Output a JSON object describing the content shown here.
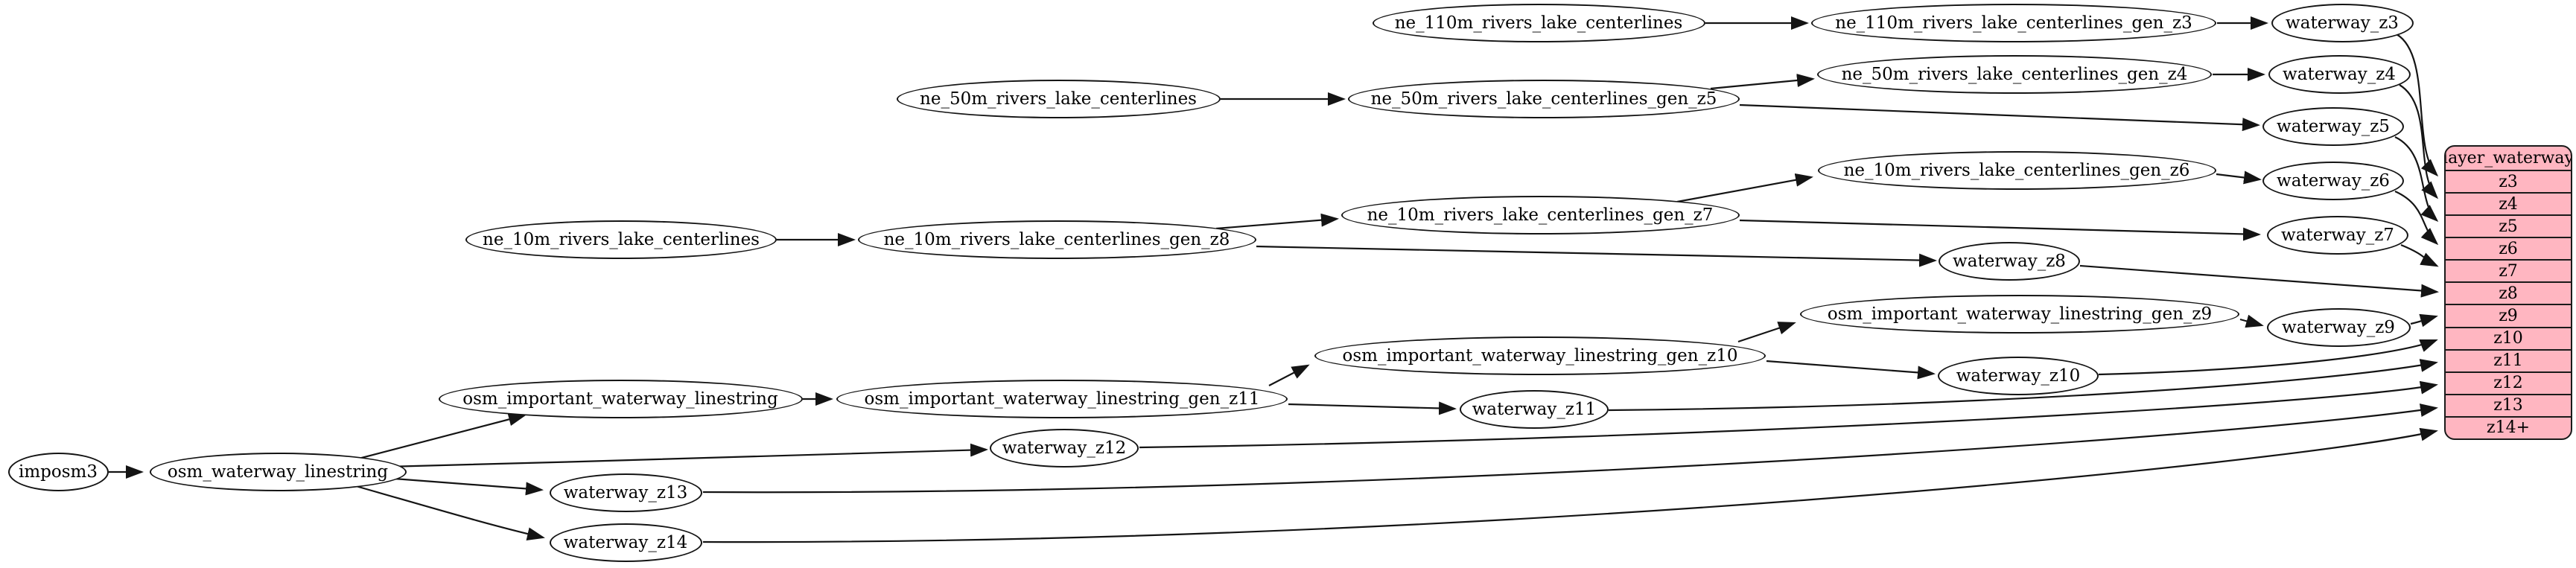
{
  "diagram": {
    "background": "#ffffff",
    "node_fill": "#ffffff",
    "node_stroke": "#141414",
    "nodes": [
      {
        "id": "imposm3",
        "label": "imposm3"
      },
      {
        "id": "osm_waterway_linestring",
        "label": "osm_waterway_linestring"
      },
      {
        "id": "osm_important_waterway_linestring",
        "label": "osm_important_waterway_linestring"
      },
      {
        "id": "osm_important_waterway_linestring_gen_z11",
        "label": "osm_important_waterway_linestring_gen_z11"
      },
      {
        "id": "osm_important_waterway_linestring_gen_z10",
        "label": "osm_important_waterway_linestring_gen_z10"
      },
      {
        "id": "osm_important_waterway_linestring_gen_z9",
        "label": "osm_important_waterway_linestring_gen_z9"
      },
      {
        "id": "ne_110m_rivers_lake_centerlines",
        "label": "ne_110m_rivers_lake_centerlines"
      },
      {
        "id": "ne_110m_rivers_lake_centerlines_gen_z3",
        "label": "ne_110m_rivers_lake_centerlines_gen_z3"
      },
      {
        "id": "ne_50m_rivers_lake_centerlines",
        "label": "ne_50m_rivers_lake_centerlines"
      },
      {
        "id": "ne_50m_rivers_lake_centerlines_gen_z5",
        "label": "ne_50m_rivers_lake_centerlines_gen_z5"
      },
      {
        "id": "ne_50m_rivers_lake_centerlines_gen_z4",
        "label": "ne_50m_rivers_lake_centerlines_gen_z4"
      },
      {
        "id": "ne_10m_rivers_lake_centerlines",
        "label": "ne_10m_rivers_lake_centerlines"
      },
      {
        "id": "ne_10m_rivers_lake_centerlines_gen_z8",
        "label": "ne_10m_rivers_lake_centerlines_gen_z8"
      },
      {
        "id": "ne_10m_rivers_lake_centerlines_gen_z7",
        "label": "ne_10m_rivers_lake_centerlines_gen_z7"
      },
      {
        "id": "ne_10m_rivers_lake_centerlines_gen_z6",
        "label": "ne_10m_rivers_lake_centerlines_gen_z6"
      },
      {
        "id": "waterway_z3",
        "label": "waterway_z3"
      },
      {
        "id": "waterway_z4",
        "label": "waterway_z4"
      },
      {
        "id": "waterway_z5",
        "label": "waterway_z5"
      },
      {
        "id": "waterway_z6",
        "label": "waterway_z6"
      },
      {
        "id": "waterway_z7",
        "label": "waterway_z7"
      },
      {
        "id": "waterway_z8",
        "label": "waterway_z8"
      },
      {
        "id": "waterway_z9",
        "label": "waterway_z9"
      },
      {
        "id": "waterway_z10",
        "label": "waterway_z10"
      },
      {
        "id": "waterway_z11",
        "label": "waterway_z11"
      },
      {
        "id": "waterway_z12",
        "label": "waterway_z12"
      },
      {
        "id": "waterway_z13",
        "label": "waterway_z13"
      },
      {
        "id": "waterway_z14",
        "label": "waterway_z14"
      }
    ],
    "table": {
      "id": "layer_waterway",
      "title": "layer_waterway",
      "rows": [
        "z3",
        "z4",
        "z5",
        "z6",
        "z7",
        "z8",
        "z9",
        "z10",
        "z11",
        "z12",
        "z13",
        "z14+"
      ],
      "fill": "#ffb6c1",
      "border": "#1a1a1a"
    },
    "edges": [
      {
        "from": "imposm3",
        "to": "osm_waterway_linestring"
      },
      {
        "from": "osm_waterway_linestring",
        "to": "osm_important_waterway_linestring"
      },
      {
        "from": "osm_waterway_linestring",
        "to": "waterway_z12"
      },
      {
        "from": "osm_waterway_linestring",
        "to": "waterway_z13"
      },
      {
        "from": "osm_waterway_linestring",
        "to": "waterway_z14"
      },
      {
        "from": "osm_important_waterway_linestring",
        "to": "osm_important_waterway_linestring_gen_z11"
      },
      {
        "from": "osm_important_waterway_linestring_gen_z11",
        "to": "osm_important_waterway_linestring_gen_z10"
      },
      {
        "from": "osm_important_waterway_linestring_gen_z11",
        "to": "waterway_z11"
      },
      {
        "from": "osm_important_waterway_linestring_gen_z10",
        "to": "osm_important_waterway_linestring_gen_z9"
      },
      {
        "from": "osm_important_waterway_linestring_gen_z10",
        "to": "waterway_z10"
      },
      {
        "from": "osm_important_waterway_linestring_gen_z9",
        "to": "waterway_z9"
      },
      {
        "from": "ne_110m_rivers_lake_centerlines",
        "to": "ne_110m_rivers_lake_centerlines_gen_z3"
      },
      {
        "from": "ne_110m_rivers_lake_centerlines_gen_z3",
        "to": "waterway_z3"
      },
      {
        "from": "ne_50m_rivers_lake_centerlines",
        "to": "ne_50m_rivers_lake_centerlines_gen_z5"
      },
      {
        "from": "ne_50m_rivers_lake_centerlines_gen_z5",
        "to": "ne_50m_rivers_lake_centerlines_gen_z4"
      },
      {
        "from": "ne_50m_rivers_lake_centerlines_gen_z5",
        "to": "waterway_z5"
      },
      {
        "from": "ne_50m_rivers_lake_centerlines_gen_z4",
        "to": "waterway_z4"
      },
      {
        "from": "ne_10m_rivers_lake_centerlines",
        "to": "ne_10m_rivers_lake_centerlines_gen_z8"
      },
      {
        "from": "ne_10m_rivers_lake_centerlines_gen_z8",
        "to": "ne_10m_rivers_lake_centerlines_gen_z7"
      },
      {
        "from": "ne_10m_rivers_lake_centerlines_gen_z8",
        "to": "waterway_z8"
      },
      {
        "from": "ne_10m_rivers_lake_centerlines_gen_z7",
        "to": "ne_10m_rivers_lake_centerlines_gen_z6"
      },
      {
        "from": "ne_10m_rivers_lake_centerlines_gen_z7",
        "to": "waterway_z7"
      },
      {
        "from": "ne_10m_rivers_lake_centerlines_gen_z6",
        "to": "waterway_z6"
      },
      {
        "from": "waterway_z3",
        "to": "layer_waterway.z3"
      },
      {
        "from": "waterway_z4",
        "to": "layer_waterway.z4"
      },
      {
        "from": "waterway_z5",
        "to": "layer_waterway.z5"
      },
      {
        "from": "waterway_z6",
        "to": "layer_waterway.z6"
      },
      {
        "from": "waterway_z7",
        "to": "layer_waterway.z7"
      },
      {
        "from": "waterway_z8",
        "to": "layer_waterway.z8"
      },
      {
        "from": "waterway_z9",
        "to": "layer_waterway.z9"
      },
      {
        "from": "waterway_z10",
        "to": "layer_waterway.z10"
      },
      {
        "from": "waterway_z11",
        "to": "layer_waterway.z11"
      },
      {
        "from": "waterway_z12",
        "to": "layer_waterway.z12"
      },
      {
        "from": "waterway_z13",
        "to": "layer_waterway.z13"
      },
      {
        "from": "waterway_z14",
        "to": "layer_waterway.z14+"
      }
    ]
  }
}
